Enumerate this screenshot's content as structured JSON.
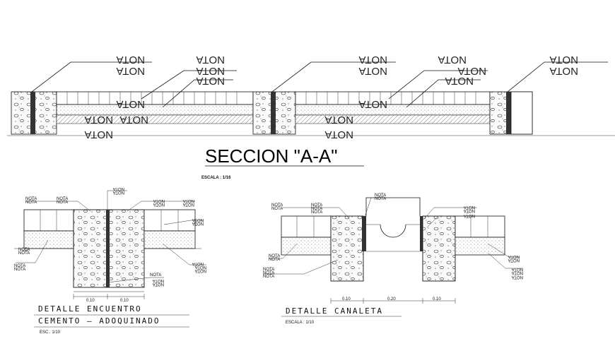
{
  "section_title": "SECCION \"A-A\"",
  "section_scale": "ESCALA : 1/16",
  "note_label": "NOTA",
  "detail1": {
    "title_line1": "DETALLE   ENCUENTRO",
    "title_line2": "CEMENTO  –  ADOQUINADO",
    "scale": "ESC.: 1/10",
    "dim_left": "0.10",
    "dim_right": "0.10"
  },
  "detail2": {
    "title": "DETALLE   CANALETA",
    "scale": "ESCALA  :  1/10",
    "dim_left": "0.10",
    "dim_mid": "0.20",
    "dim_right": "0.10"
  },
  "colors": {
    "ink": "#111111",
    "background": "#ffffff",
    "fill_concrete": "#f4f4f4"
  }
}
